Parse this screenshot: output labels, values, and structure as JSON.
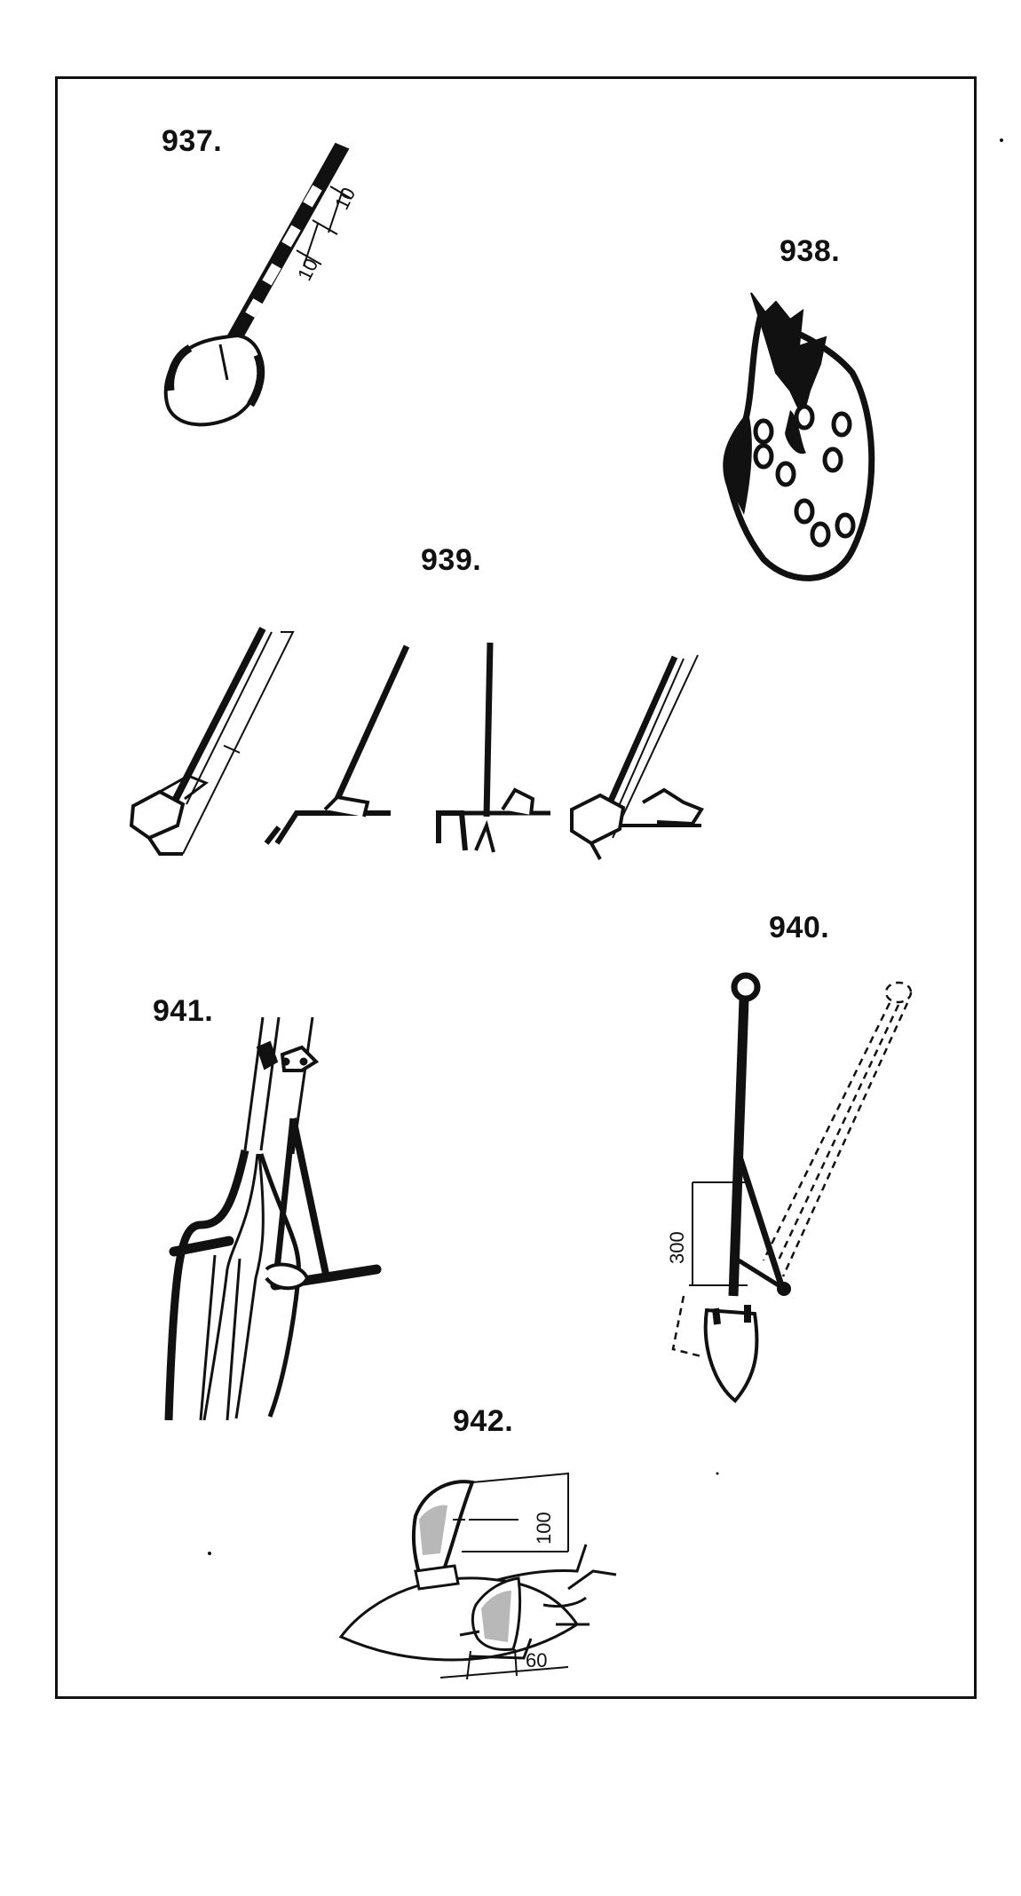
{
  "figures": [
    {
      "label": "937.",
      "dims": [
        "10",
        "10"
      ]
    },
    {
      "label": "938."
    },
    {
      "label": "939."
    },
    {
      "label": "940.",
      "dims": [
        "300"
      ]
    },
    {
      "label": "941."
    },
    {
      "label": "942.",
      "dims": [
        "100",
        "60"
      ]
    }
  ],
  "colors": {
    "ink": "#111111",
    "paper": "#ffffff"
  }
}
